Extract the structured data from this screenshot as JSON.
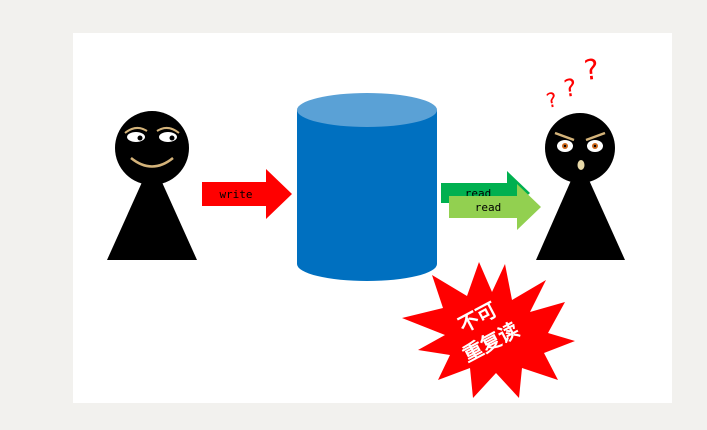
{
  "labels": {
    "write": "write",
    "read_back": "read",
    "read_front": "read",
    "question_1": "?",
    "question_2": "?",
    "question_3": "?",
    "burst_line1": "不可",
    "burst_line2": "重复读"
  },
  "colors": {
    "page_bg": "#f2f1ee",
    "panel_bg": "#ffffff",
    "figure": "#000000",
    "cylinder_body": "#0070c0",
    "cylinder_top": "#5aa1d6",
    "write_arrow": "#ff0000",
    "read_arrow_back": "#00b050",
    "read_arrow_front": "#92d050",
    "question_marks": "#ff0000",
    "burst": "#ff0000",
    "burst_text": "#ffffff"
  },
  "icons": {
    "left_figure": "happy-person-icon",
    "right_figure": "confused-angry-person-icon",
    "database": "database-cylinder-icon",
    "burst": "starburst-icon"
  }
}
